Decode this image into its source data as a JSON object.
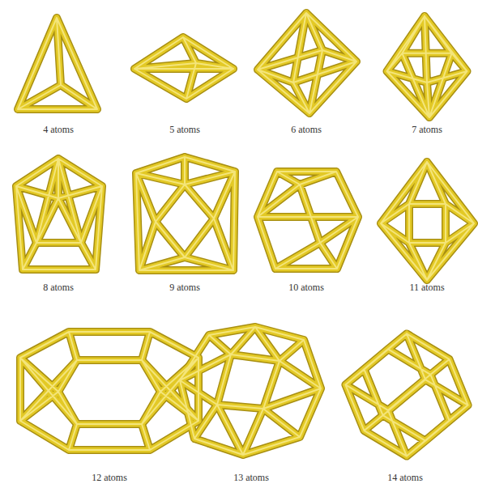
{
  "diagram": {
    "labels": [
      "4 atoms",
      "5 atoms",
      "6 atoms",
      "7 atoms",
      "8 atoms",
      "9 atoms",
      "10 atoms",
      "11 atoms",
      "12 atoms",
      "13 atoms",
      "14 atoms"
    ]
  }
}
